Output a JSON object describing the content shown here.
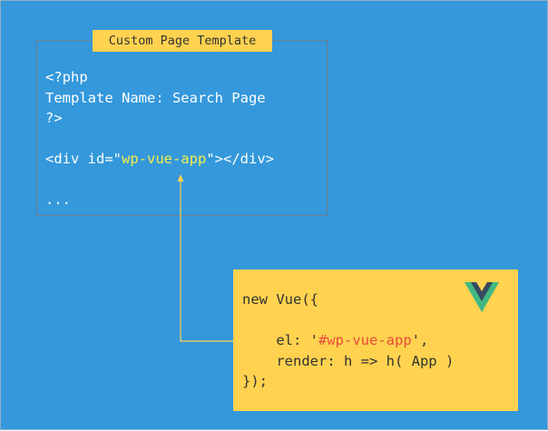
{
  "template_box": {
    "label": "Custom Page Template",
    "lines": [
      {
        "parts": [
          {
            "text": "<?php"
          }
        ]
      },
      {
        "parts": [
          {
            "text": "Template Name: Search Page"
          }
        ]
      },
      {
        "parts": [
          {
            "text": "?>"
          }
        ]
      },
      {
        "parts": [
          {
            "text": ""
          }
        ]
      },
      {
        "parts": [
          {
            "text": "<div id=\""
          },
          {
            "text": "wp-vue-app",
            "highlight": "yellow"
          },
          {
            "text": "\"></div>"
          }
        ]
      },
      {
        "parts": [
          {
            "text": ""
          }
        ]
      },
      {
        "parts": [
          {
            "text": "..."
          }
        ]
      }
    ]
  },
  "vue_box": {
    "logo_icon": "vue-logo-icon",
    "lines": [
      {
        "parts": [
          {
            "text": "new Vue({"
          }
        ]
      },
      {
        "parts": [
          {
            "text": ""
          }
        ]
      },
      {
        "parts": [
          {
            "text": "    el: '"
          },
          {
            "text": "#wp-vue-app",
            "highlight": "red"
          },
          {
            "text": "',"
          }
        ]
      },
      {
        "parts": [
          {
            "text": "    render: h => h( App )"
          }
        ]
      },
      {
        "parts": [
          {
            "text": "});"
          }
        ]
      }
    ]
  },
  "colors": {
    "background": "#3498db",
    "accent_yellow": "#ffd24f",
    "highlight_yellow": "#f4ef4a",
    "highlight_red": "#e74c3c",
    "vue_green": "#41b883",
    "vue_dark": "#35495e"
  }
}
